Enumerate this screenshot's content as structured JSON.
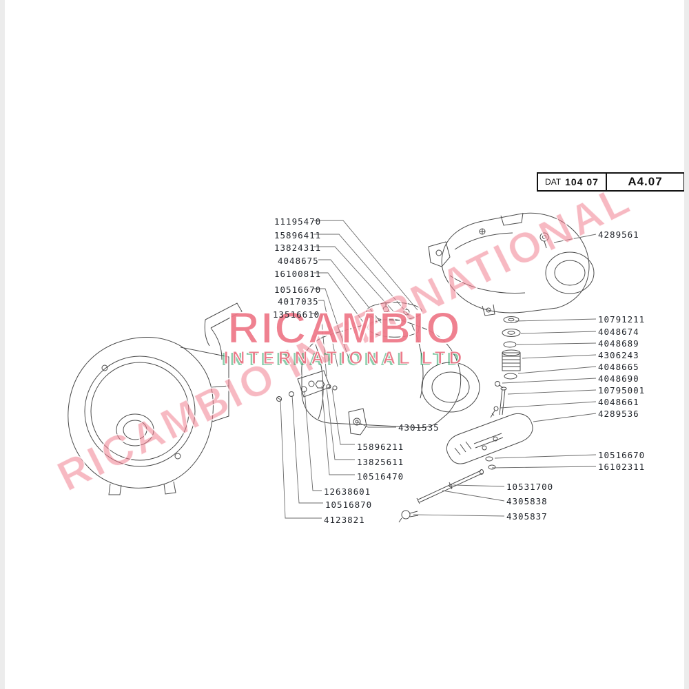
{
  "title_block": {
    "dat_label": "DAT",
    "dat_value": "104 07",
    "page_code": "A4.07"
  },
  "watermark": {
    "brand": "RICAMBIO",
    "subtitle": "INTERNATIONAL LTD",
    "diagonal": "RICAMBIO INTERNATIONAL",
    "brand_color": "#EE7687",
    "accent_green": "#009246"
  },
  "diagram": {
    "description": "Exploded parts diagram of engine fan shroud and air cowling assembly"
  },
  "labels": {
    "left": [
      "11195470",
      "15896411",
      "13824311",
      "4048675",
      "16100811",
      "10516670",
      "4017035",
      "13516610"
    ],
    "right_top": [
      "4289561"
    ],
    "right": [
      "10791211",
      "4048674",
      "4048689",
      "4306243",
      "4048665",
      "4048690",
      "10795001",
      "4048661",
      "4289536"
    ],
    "right_lower": [
      "10516670",
      "16102311"
    ],
    "bottom_right": [
      "10531700",
      "4305838",
      "4305837"
    ],
    "middle": [
      "4301535",
      "15896211",
      "13825611",
      "10516470",
      "12638601",
      "10516870",
      "4123821"
    ]
  }
}
